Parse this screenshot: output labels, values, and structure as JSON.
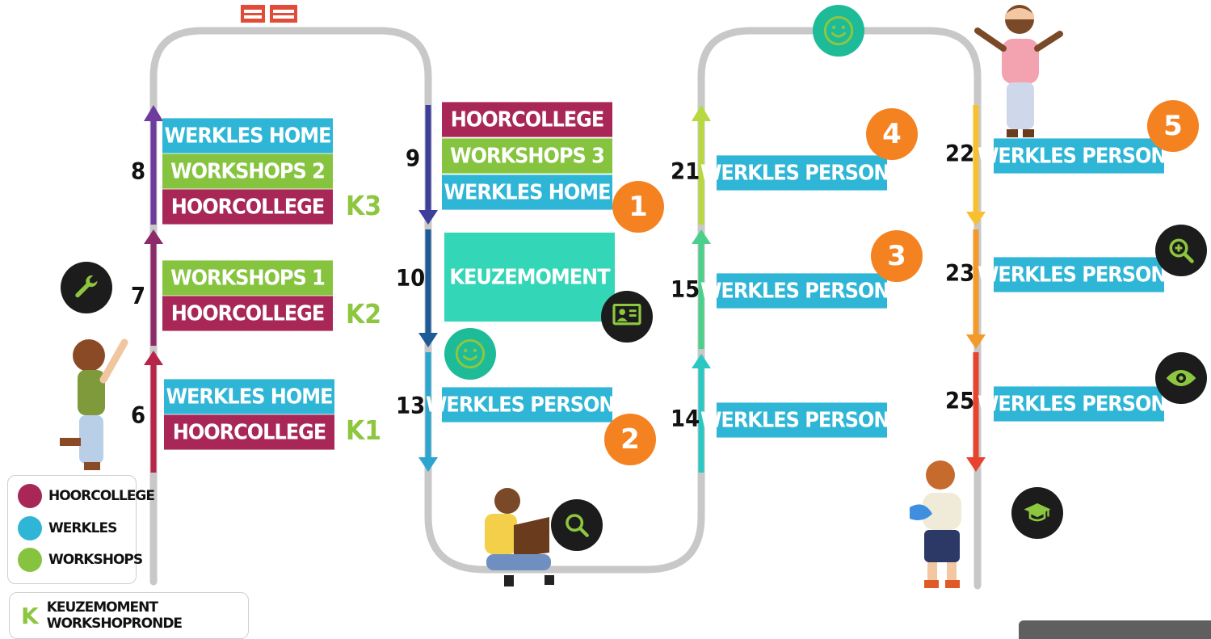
{
  "legend": {
    "items": [
      {
        "label": "HOORCOLLEGE",
        "color": "#a82756"
      },
      {
        "label": "WERKLES",
        "color": "#2fb6d6"
      },
      {
        "label": "WORKSHOPS",
        "color": "#86c440"
      }
    ],
    "k_symbol": "K",
    "k_label": "KEUZEMOMENT WORKSHOPRONDE"
  },
  "colors": {
    "hoorcollege": "#a82756",
    "werkles": "#2fb6d6",
    "workshops": "#86c440",
    "keuzemoment": "#33d6b6",
    "badge": "#f58220",
    "track": "#c8c8c8",
    "k_marker": "#8dc63f"
  },
  "columns": {
    "col1": {
      "week8": {
        "number": "8",
        "items": [
          "WERKLES HOME",
          "WORKSHOPS 2",
          "HOORCOLLEGE"
        ],
        "marker": "K3"
      },
      "week7": {
        "number": "7",
        "items": [
          "WORKSHOPS 1",
          "HOORCOLLEGE"
        ],
        "marker": "K2"
      },
      "week6": {
        "number": "6",
        "items": [
          "WERKLES HOME",
          "HOORCOLLEGE"
        ],
        "marker": "K1"
      }
    },
    "col2": {
      "week9": {
        "number": "9",
        "items": [
          "HOORCOLLEGE",
          "WORKSHOPS 3",
          "WERKLES HOME"
        ],
        "badge": "1"
      },
      "week10": {
        "number": "10",
        "items": [
          "KEUZEMOMENT"
        ]
      },
      "week13": {
        "number": "13",
        "items": [
          "WERKLES PERSONA"
        ],
        "badge": "2"
      }
    },
    "col3": {
      "week21": {
        "number": "21",
        "items": [
          "WERKLES PERSONA"
        ],
        "badge": "4"
      },
      "week15": {
        "number": "15",
        "items": [
          "WERKLES PERSONA"
        ],
        "badge": "3"
      },
      "week14": {
        "number": "14",
        "items": [
          "WERKLES PERSONA"
        ]
      }
    },
    "col4": {
      "week22": {
        "number": "22",
        "items": [
          "WERKLES PERSONA"
        ],
        "badge": "5"
      },
      "week23": {
        "number": "23",
        "items": [
          "WERKLES PERSONA"
        ]
      },
      "week25": {
        "number": "25",
        "items": [
          "WERKLES PERSONA"
        ]
      }
    }
  },
  "icons": [
    "wrench-icon",
    "presentation-icon",
    "smiley-icon",
    "search-icon",
    "zoom-in-icon",
    "eye-icon",
    "graduation-icon",
    "calendar-icon"
  ]
}
